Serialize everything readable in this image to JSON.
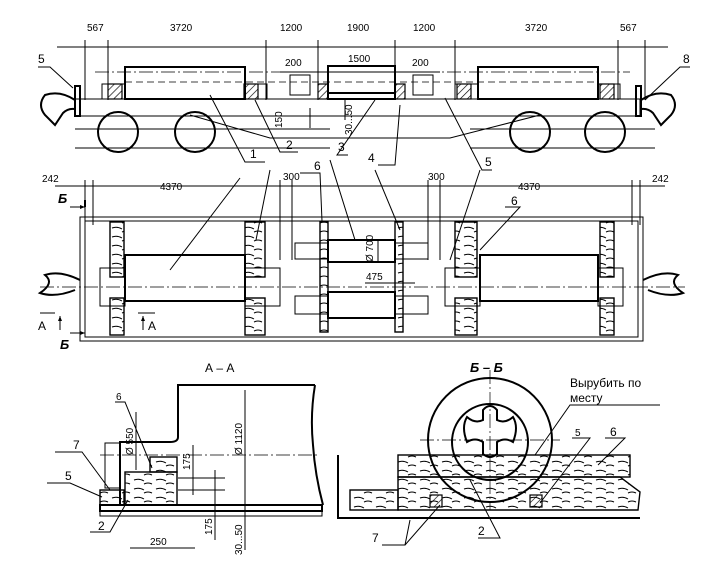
{
  "side_view": {
    "dims_top": [
      "567",
      "3720",
      "1200",
      "1900",
      "1200",
      "3720",
      "567"
    ],
    "dims_second": [
      "200",
      "1500",
      "200"
    ],
    "dims_vertical": [
      "150",
      "30...50"
    ],
    "callouts": [
      "5",
      "8",
      "1",
      "2",
      "3",
      "4",
      "5"
    ]
  },
  "plan_view": {
    "dims": [
      "242",
      "4370",
      "300",
      "300",
      "4370",
      "242"
    ],
    "diameter": "Ø 700",
    "offset": "475",
    "callouts": [
      "6",
      "6"
    ],
    "section_marks": [
      "Б",
      "Б",
      "А",
      "А"
    ]
  },
  "section_aa": {
    "title": "А – А",
    "diameter_large": "Ø 1120",
    "diameter_small": "Ø 550",
    "dims": [
      "175",
      "175",
      "250",
      "30...50"
    ],
    "callouts": [
      "6",
      "7",
      "5",
      "2"
    ]
  },
  "section_bb": {
    "title": "Б – Б",
    "note_line1": "Вырубить по",
    "note_line2": "месту",
    "callouts": [
      "5",
      "6",
      "7",
      "2"
    ]
  }
}
